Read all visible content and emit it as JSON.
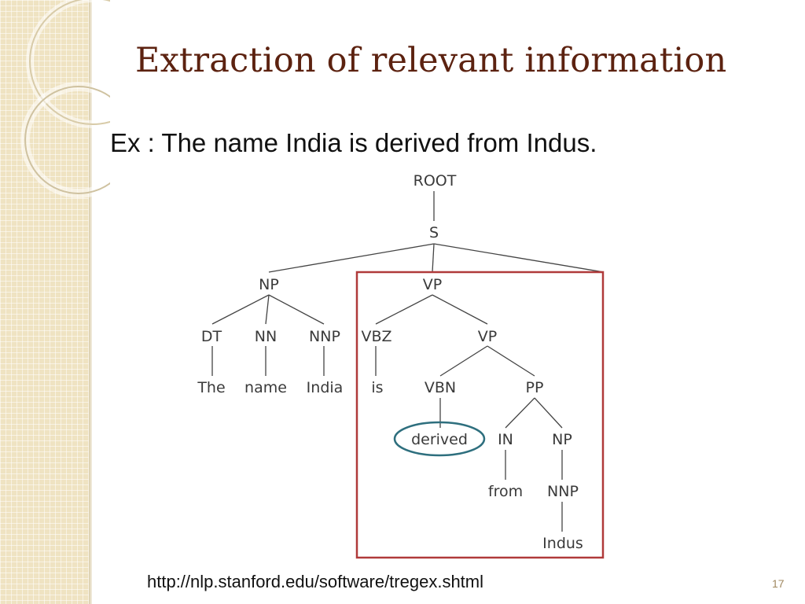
{
  "slide": {
    "title": "Extraction of relevant information",
    "example": "Ex : The name India is derived from Indus.",
    "source_url": "http://nlp.stanford.edu/software/tregex.shtml",
    "page_number": "17"
  },
  "tree": {
    "root": "ROOT",
    "s": "S",
    "np": "NP",
    "vp": "VP",
    "dt": "DT",
    "nn": "NN",
    "nnp": "NNP",
    "vbz": "VBZ",
    "vp2": "VP",
    "the": "The",
    "name": "name",
    "india": "India",
    "is": "is",
    "vbn": "VBN",
    "pp": "PP",
    "derived": "derived",
    "in": "IN",
    "np2": "NP",
    "from": "from",
    "nnp2": "NNP",
    "indus": "Indus"
  },
  "colors": {
    "title": "#5c2210",
    "highlight_box": "#b03a3a",
    "highlight_ellipse": "#2e6f7e",
    "sidebar": "#efe3c2"
  }
}
